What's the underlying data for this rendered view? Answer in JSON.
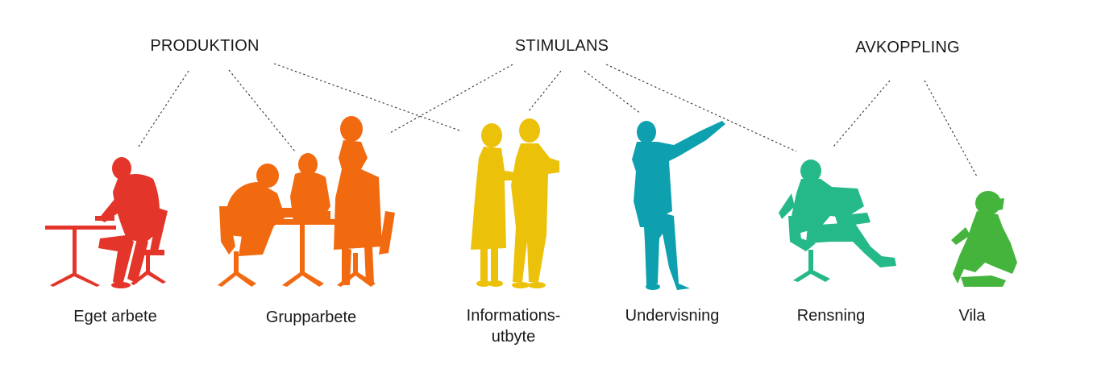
{
  "categories": {
    "produktion": "PRODUKTION",
    "stimulans": "STIMULANS",
    "avkoppling": "AVKOPPLING"
  },
  "activities": {
    "eget_arbete": {
      "label": "Eget arbete",
      "color": "#e3352a"
    },
    "grupparbete": {
      "label": "Grupparbete",
      "color": "#f26a10"
    },
    "informationsutbyte": {
      "label_line1": "Informations-",
      "label_line2": "utbyte",
      "color": "#ecc10a"
    },
    "undervisning": {
      "label": "Undervisning",
      "color": "#0fa0b0"
    },
    "rensning": {
      "label": "Rensning",
      "color": "#25b98a"
    },
    "vila": {
      "label": "Vila",
      "color": "#45b43d"
    }
  },
  "connections": [
    [
      "PRODUKTION",
      "Eget arbete"
    ],
    [
      "PRODUKTION",
      "Grupparbete"
    ],
    [
      "PRODUKTION",
      "Informationsutbyte"
    ],
    [
      "STIMULANS",
      "Grupparbete"
    ],
    [
      "STIMULANS",
      "Informationsutbyte"
    ],
    [
      "STIMULANS",
      "Undervisning"
    ],
    [
      "STIMULANS",
      "Rensning"
    ],
    [
      "AVKOPPLING",
      "Rensning"
    ],
    [
      "AVKOPPLING",
      "Vila"
    ]
  ],
  "icons": [
    "person-writing-at-table-icon",
    "group-working-icon",
    "two-people-talking-icon",
    "person-pointing-icon",
    "person-reading-in-chair-icon",
    "person-crouching-icon"
  ]
}
